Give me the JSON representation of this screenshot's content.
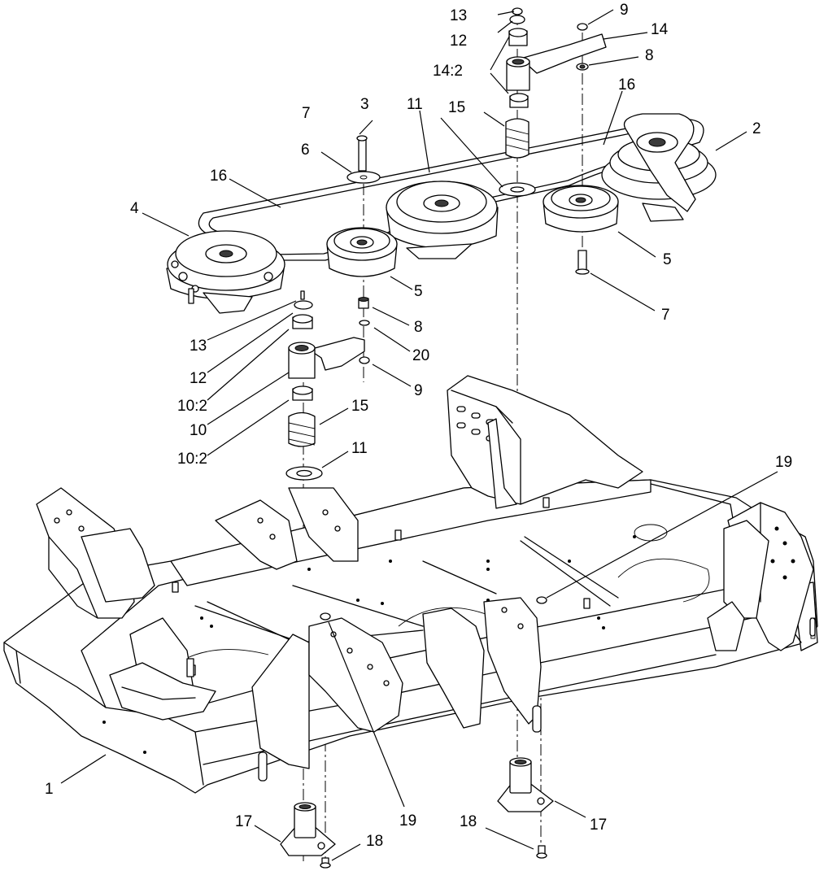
{
  "callouts": [
    {
      "id": "c1",
      "text": "1"
    },
    {
      "id": "c2",
      "text": "2"
    },
    {
      "id": "c3",
      "text": "3"
    },
    {
      "id": "c4",
      "text": "4"
    },
    {
      "id": "c5a",
      "text": "5"
    },
    {
      "id": "c5b",
      "text": "5"
    },
    {
      "id": "c6",
      "text": "6"
    },
    {
      "id": "c7a",
      "text": "7"
    },
    {
      "id": "c7b",
      "text": "7"
    },
    {
      "id": "c8a",
      "text": "8"
    },
    {
      "id": "c8b",
      "text": "8"
    },
    {
      "id": "c9a",
      "text": "9"
    },
    {
      "id": "c9b",
      "text": "9"
    },
    {
      "id": "c10",
      "text": "10"
    },
    {
      "id": "c10_2a",
      "text": "10:2"
    },
    {
      "id": "c10_2b",
      "text": "10:2"
    },
    {
      "id": "c11a",
      "text": "11"
    },
    {
      "id": "c11b",
      "text": "11"
    },
    {
      "id": "c12a",
      "text": "12"
    },
    {
      "id": "c12b",
      "text": "12"
    },
    {
      "id": "c13a",
      "text": "13"
    },
    {
      "id": "c13b",
      "text": "13"
    },
    {
      "id": "c14",
      "text": "14"
    },
    {
      "id": "c14_2",
      "text": "14:2"
    },
    {
      "id": "c15a",
      "text": "15"
    },
    {
      "id": "c15b",
      "text": "15"
    },
    {
      "id": "c16a",
      "text": "16"
    },
    {
      "id": "c16b",
      "text": "16"
    },
    {
      "id": "c17a",
      "text": "17"
    },
    {
      "id": "c17b",
      "text": "17"
    },
    {
      "id": "c18a",
      "text": "18"
    },
    {
      "id": "c18b",
      "text": "18"
    },
    {
      "id": "c19a",
      "text": "19"
    },
    {
      "id": "c19b",
      "text": "19"
    },
    {
      "id": "c20",
      "text": "20"
    }
  ]
}
